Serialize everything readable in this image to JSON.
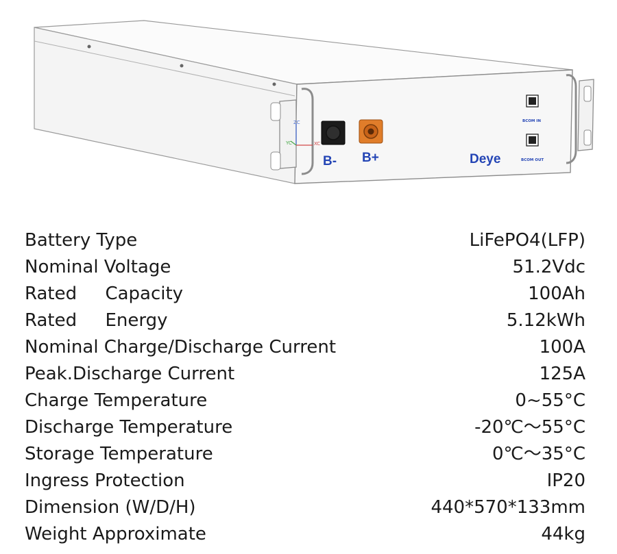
{
  "product": {
    "terminals": {
      "negative": "B-",
      "positive": "B+"
    },
    "brand": "Deye",
    "ports": {
      "in": "BCOM IN",
      "out": "BCOM OUT"
    },
    "axes": {
      "z": "ZC",
      "x": "XC",
      "y": "YC"
    }
  },
  "specs": [
    {
      "label": "Battery Type",
      "value": "LiFePO4(LFP)"
    },
    {
      "label": "Nominal Voltage",
      "value": "51.2Vdc"
    },
    {
      "label": "Rated     Capacity",
      "value": "100Ah"
    },
    {
      "label": "Rated     Energy",
      "value": "5.12kWh"
    },
    {
      "label": "Nominal Charge/Discharge Current",
      "value": "100A"
    },
    {
      "label": "Peak.Discharge Current",
      "value": "125A"
    },
    {
      "label": "Charge Temperature",
      "value": "0~55°C"
    },
    {
      "label": "Discharge Temperature",
      "value": "-20℃～55°C"
    },
    {
      "label": "Storage Temperature",
      "value": "0℃～35°C"
    },
    {
      "label": "Ingress Protection",
      "value": "IP20"
    },
    {
      "label": "Dimension (W/D/H)",
      "value": "440*570*133mm"
    },
    {
      "label": "Weight Approximate",
      "value": "44kg"
    }
  ]
}
